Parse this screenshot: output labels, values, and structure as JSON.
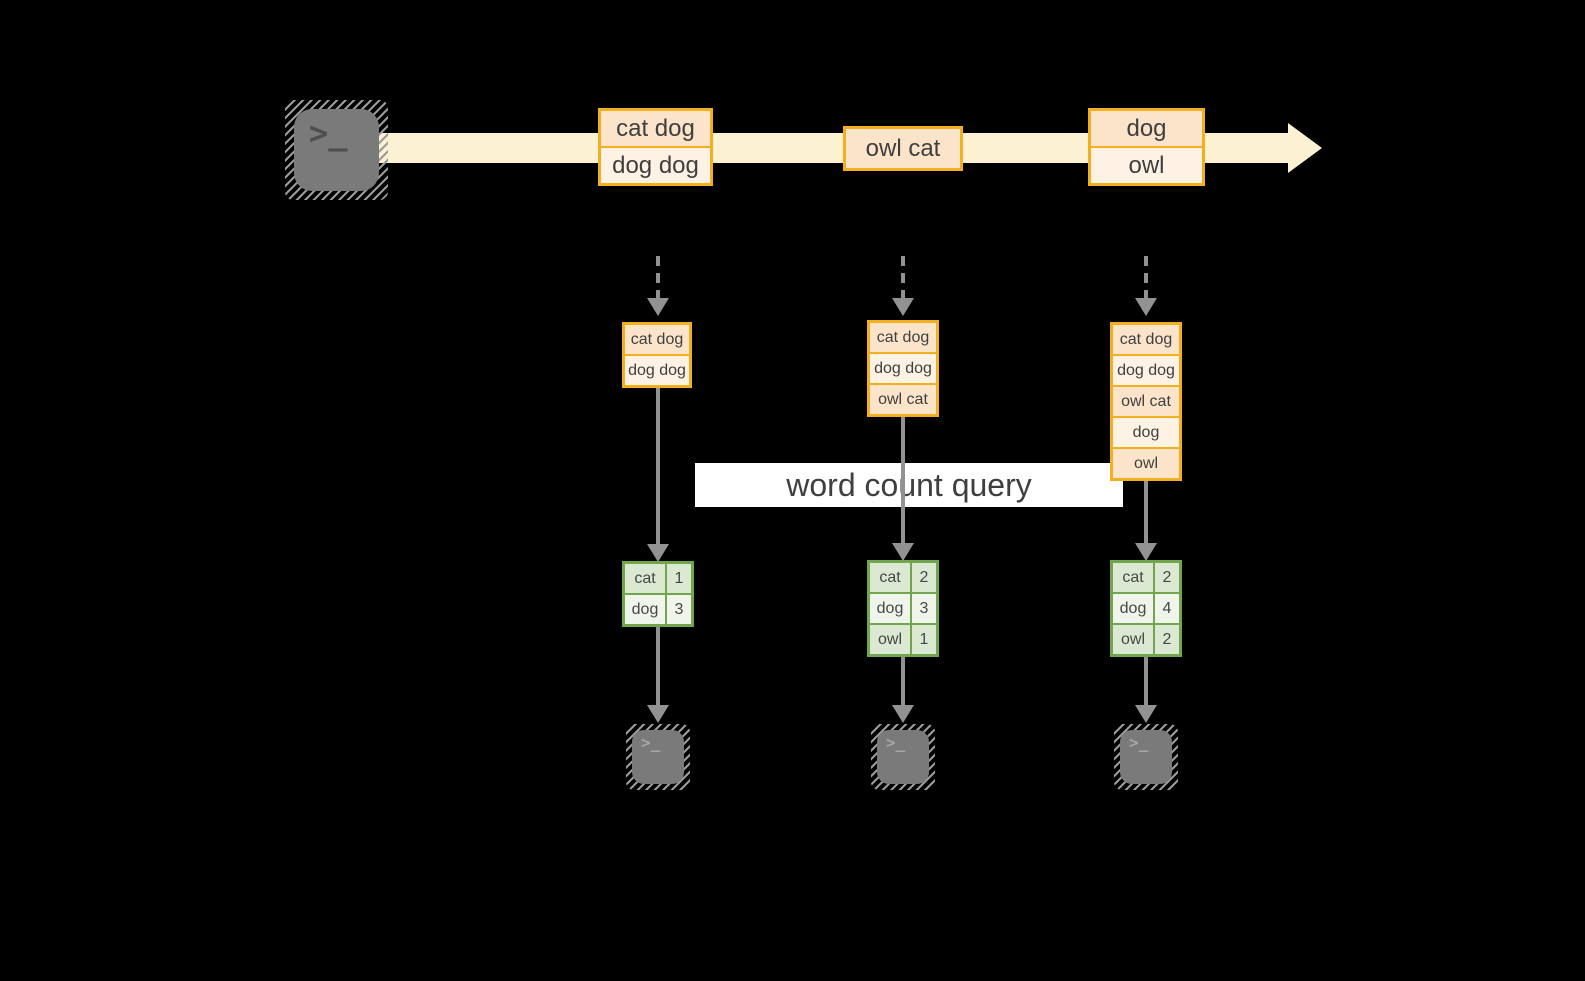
{
  "label": {
    "text": "word count query"
  },
  "source": {
    "glyph": ">_"
  },
  "stream_batches": [
    {
      "rows": [
        "cat dog",
        "dog dog"
      ]
    },
    {
      "rows": [
        "owl cat"
      ]
    },
    {
      "rows": [
        "dog",
        "owl"
      ]
    }
  ],
  "buffers": [
    {
      "rows": [
        "cat dog",
        "dog dog"
      ]
    },
    {
      "rows": [
        "cat dog",
        "dog dog",
        "owl cat"
      ]
    },
    {
      "rows": [
        "cat dog",
        "dog dog",
        "owl cat",
        "dog",
        "owl"
      ]
    }
  ],
  "count_tables": [
    {
      "rows": [
        {
          "word": "cat",
          "count": "1"
        },
        {
          "word": "dog",
          "count": "3"
        }
      ]
    },
    {
      "rows": [
        {
          "word": "cat",
          "count": "2"
        },
        {
          "word": "dog",
          "count": "3"
        },
        {
          "word": "owl",
          "count": "1"
        }
      ]
    },
    {
      "rows": [
        {
          "word": "cat",
          "count": "2"
        },
        {
          "word": "dog",
          "count": "4"
        },
        {
          "word": "owl",
          "count": "2"
        }
      ]
    }
  ],
  "sinks": [
    {
      "glyph": ">_"
    },
    {
      "glyph": ">_"
    },
    {
      "glyph": ">_"
    }
  ],
  "colors": {
    "gold": "#F2B01E",
    "peach": "#FBE4C9",
    "cream": "#FDF2E4",
    "band": "#FCF1D3",
    "green": "#71A64F",
    "green_row_dark": "#DCE9D2",
    "green_row_light": "#EFF5EA",
    "arrow": "#929292",
    "icon_gray": "#7A7A7A",
    "text": "#3F3F3F"
  }
}
